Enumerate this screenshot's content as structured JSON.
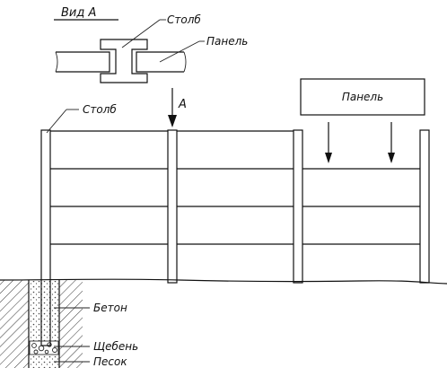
{
  "view": {
    "title": "Вид  А"
  },
  "labels": {
    "post_top": "Столб",
    "panel_top": "Панель",
    "post_main": "Столб",
    "section_marker": "А",
    "panel_box": "Панель",
    "concrete": "Бетон",
    "gravel": "Щебень",
    "sand": "Песок"
  },
  "colors": {
    "ink": "#111111",
    "background": "#ffffff"
  }
}
